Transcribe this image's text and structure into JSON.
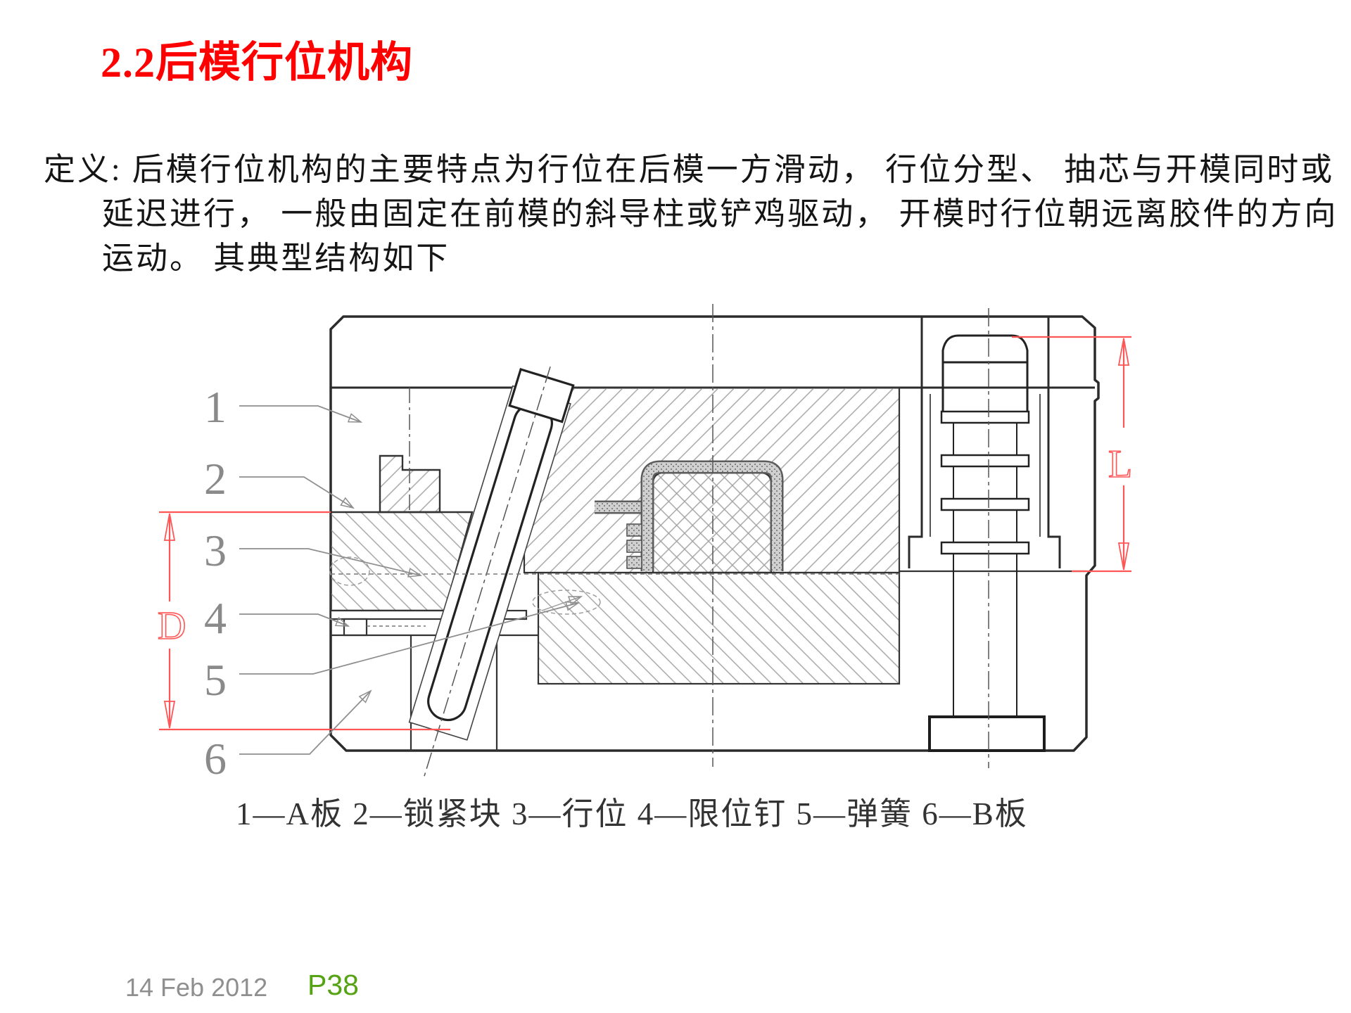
{
  "slide": {
    "title": "2.2后模行位机构",
    "colors": {
      "title_red": "#ff0000",
      "dimension_red": "#ff5555",
      "drawing_line": "#2b2b2b",
      "leader_gray": "#8f8f8f",
      "footer_gray": "#8f8f8f",
      "page_green": "#55a314"
    },
    "definition": {
      "line1": "定义: 后模行位机构的主要特点为行位在后模一方滑动， 行位分型、 抽芯与开模同时或",
      "line2": "延迟进行， 一般由固定在前模的斜导柱或铲鸡驱动， 开模时行位朝远离胶件的方向",
      "line3": "运动。 其典型结构如下"
    },
    "diagram": {
      "callouts": [
        "1",
        "2",
        "3",
        "4",
        "5",
        "6"
      ],
      "dim_left": "D",
      "dim_right": "L",
      "legend": "1—A板 2—锁紧块  3—行位  4—限位钉 5—弹簧 6—B板"
    },
    "footer": {
      "date": "14 Feb 2012",
      "page": "P38"
    }
  }
}
